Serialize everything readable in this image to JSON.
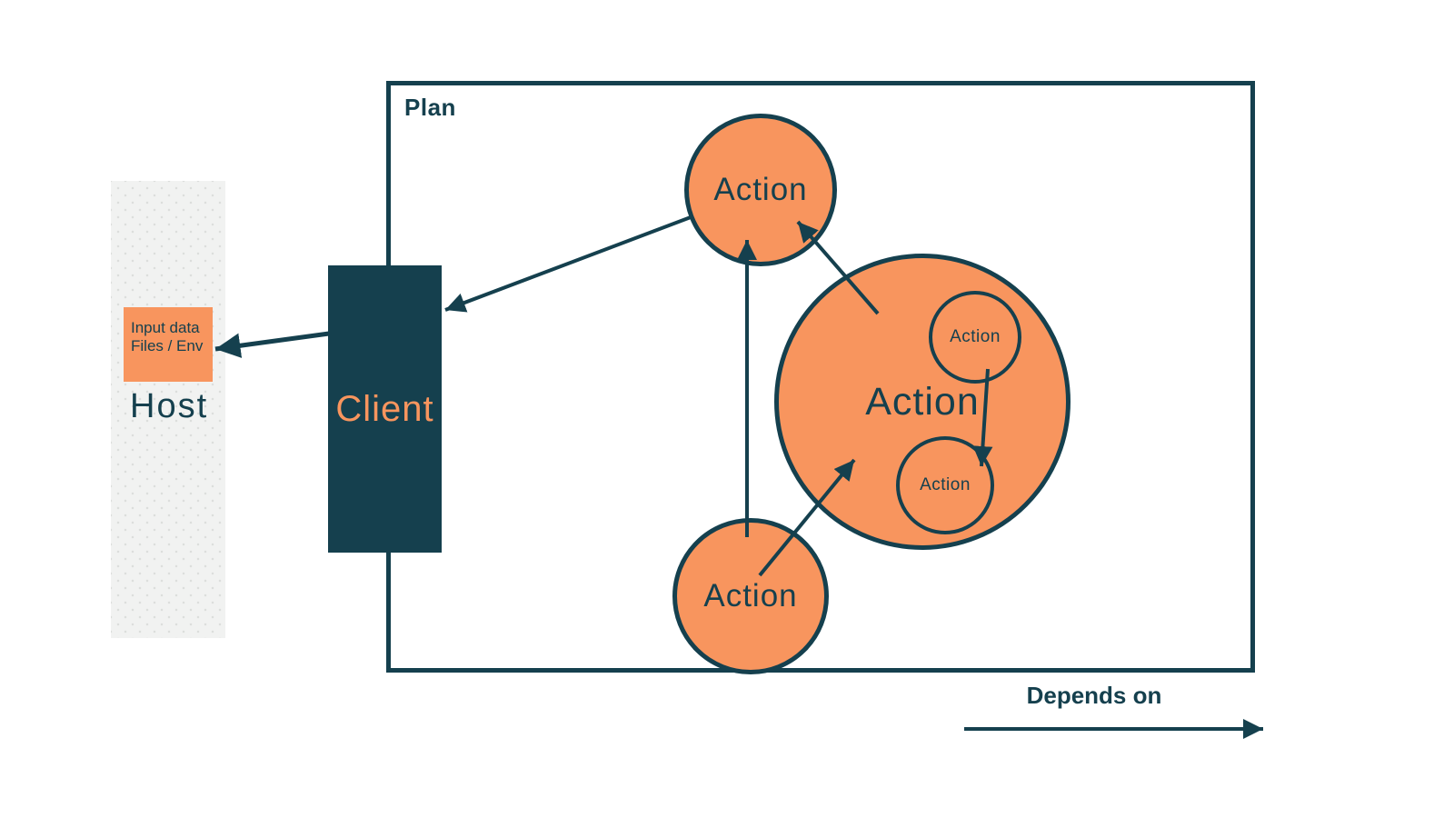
{
  "plan": {
    "label": "Plan"
  },
  "host": {
    "label": "Host",
    "input_box": {
      "line1": "Input data",
      "line2": "Files / Env"
    }
  },
  "client": {
    "label": "Client"
  },
  "actions": {
    "top": "Action",
    "bottom": "Action",
    "big": "Action",
    "small_top": "Action",
    "small_bottom": "Action"
  },
  "legend": {
    "label": "Depends on"
  },
  "colors": {
    "navy": "#15404E",
    "orange": "#F8955E",
    "host_bg": "#F1F2F1",
    "host_dot": "#DCDEDC"
  }
}
